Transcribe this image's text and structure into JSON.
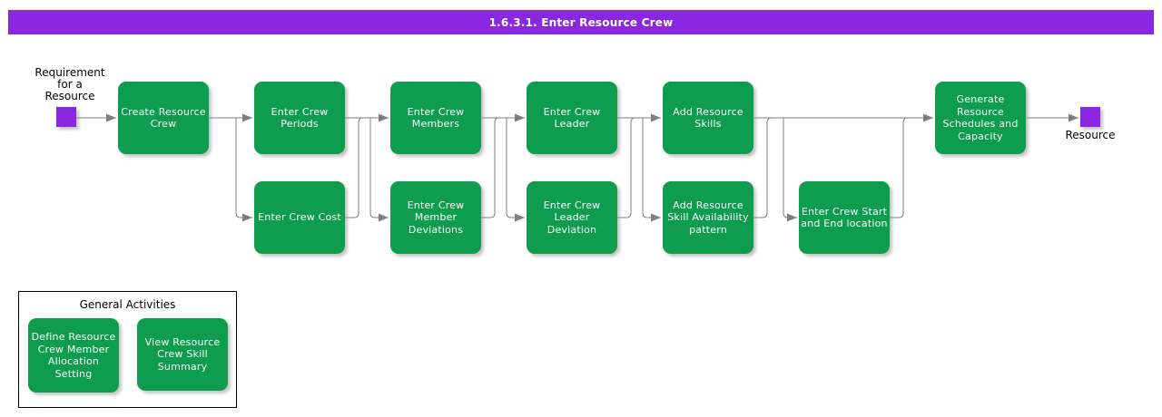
{
  "banner": {
    "title": "1.6.3.1. Enter Resource Crew"
  },
  "colors": {
    "banner_purple": "#8928E0",
    "activity_green": "#0E9C4F",
    "connector_gray": "#7F7F7F"
  },
  "flow": {
    "start": {
      "label": "Requirement\nfor a\nResource"
    },
    "end": {
      "label": "Resource"
    },
    "nodes": [
      {
        "label": "Create Resource Crew"
      },
      {
        "label": "Enter Crew Periods"
      },
      {
        "label": "Enter Crew Members"
      },
      {
        "label": "Enter Crew Leader"
      },
      {
        "label": "Add Resource Skills"
      },
      {
        "label": "Generate Resource Schedules and Capacity"
      },
      {
        "label": "Enter Crew Cost"
      },
      {
        "label": "Enter Crew Member Deviations"
      },
      {
        "label": "Enter Crew Leader Deviation"
      },
      {
        "label": "Add Resource Skill Availability pattern"
      },
      {
        "label": "Enter Crew Start and End location"
      }
    ]
  },
  "general_activities": {
    "title": "General Activities",
    "items": [
      {
        "label": "Define Resource Crew Member Allocation Setting"
      },
      {
        "label": "View Resource Crew Skill Summary"
      }
    ]
  }
}
